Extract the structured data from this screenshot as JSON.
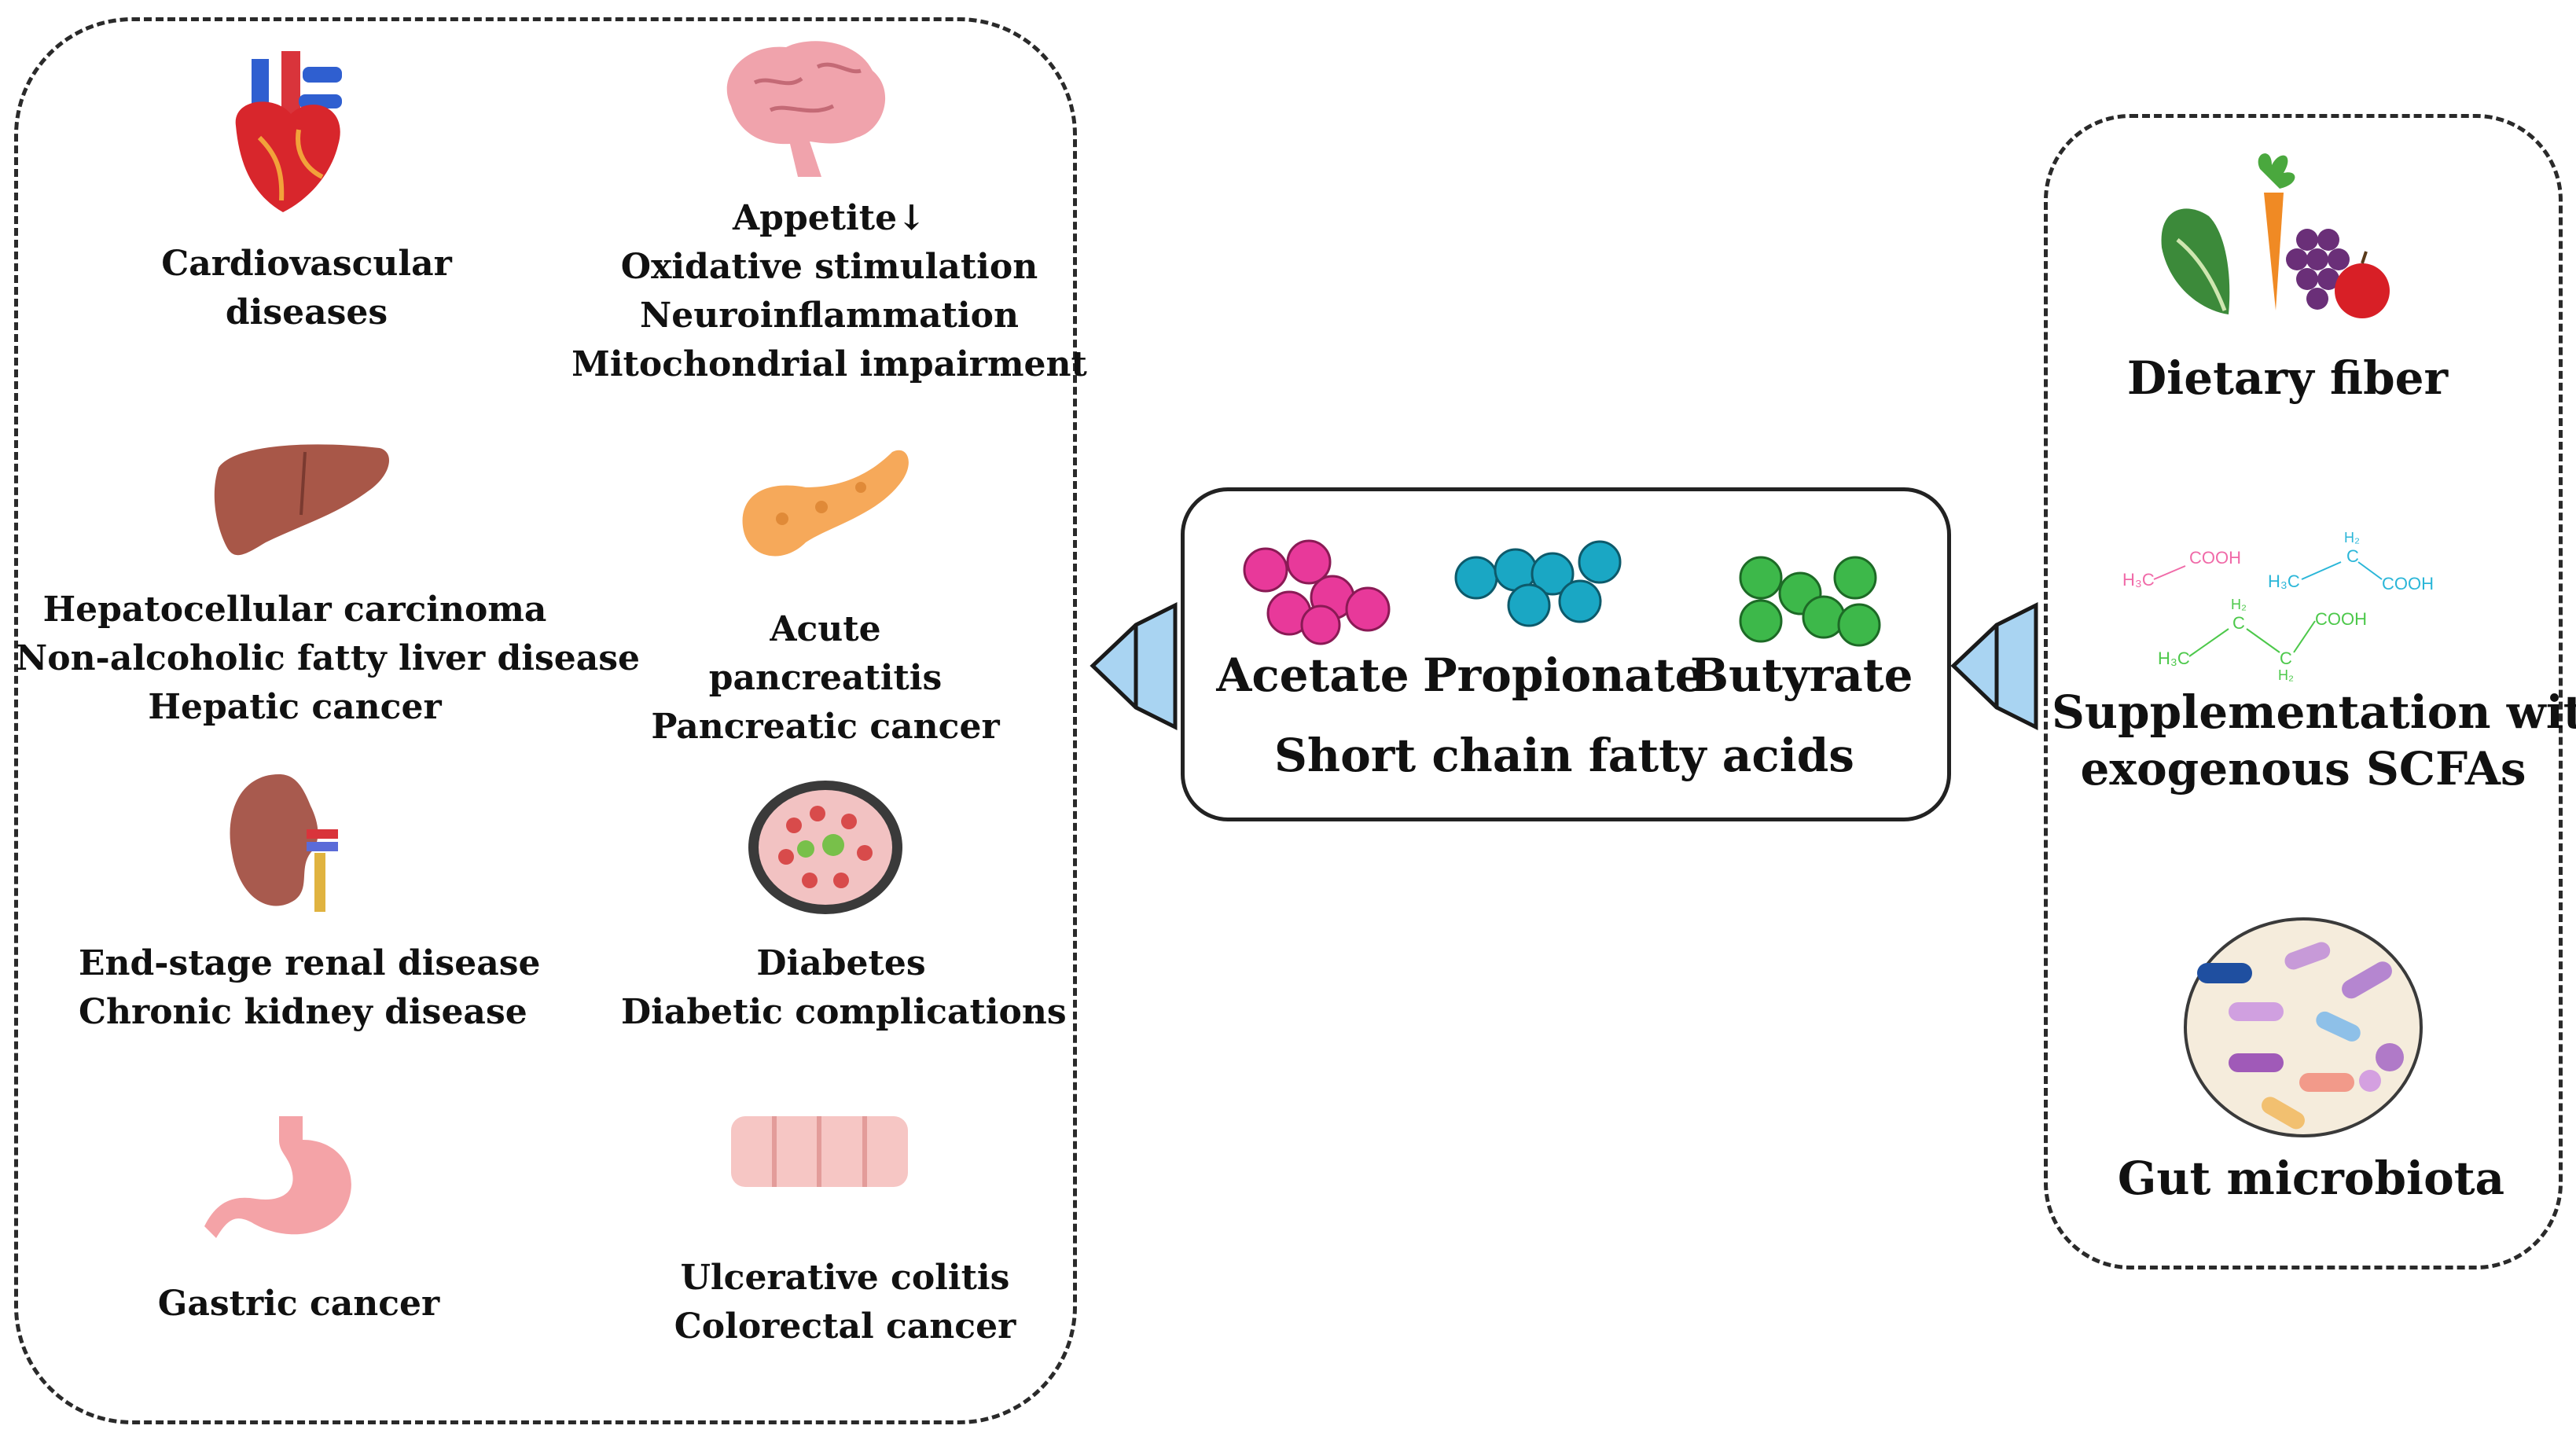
{
  "diseases": {
    "cardio": [
      "Cardiovascular",
      "diseases"
    ],
    "brain": [
      "Appetite↓",
      "Oxidative stimulation",
      "Neuroinflammation",
      "Mitochondrial impairment"
    ],
    "liver": [
      "Hepatocellular carcinoma",
      "Non-alcoholic fatty liver disease",
      "Hepatic cancer"
    ],
    "pancreas": [
      "Acute",
      "pancreatitis",
      "Pancreatic cancer"
    ],
    "kidney": [
      "End-stage renal disease",
      "Chronic kidney disease"
    ],
    "diabetes": [
      "Diabetes",
      "Diabetic complications"
    ],
    "stomach": [
      "Gastric cancer"
    ],
    "colon": [
      "Ulcerative colitis",
      "Colorectal cancer"
    ]
  },
  "scfa": {
    "acetate": "Acetate",
    "propionate": "Propionate",
    "butyrate": "Butyrate",
    "title": "Short chain fatty acids"
  },
  "sources": {
    "fiber": "Dietary fiber",
    "supplement": [
      "Supplementation with",
      "exogenous SCFAs"
    ],
    "microbiota": "Gut microbiota"
  },
  "formulas": {
    "acetate": [
      "H₃C",
      "COOH"
    ],
    "propionate": [
      "H₂",
      "C",
      "H₃C",
      "COOH"
    ],
    "butyrate": [
      "H₂",
      "C",
      "COOH",
      "H₃C",
      "C",
      "H₂"
    ]
  },
  "colors": {
    "acetate": "#e8399a",
    "propionate": "#1aa7c4",
    "butyrate": "#3db84a",
    "arrow": "#a9d4f2"
  }
}
